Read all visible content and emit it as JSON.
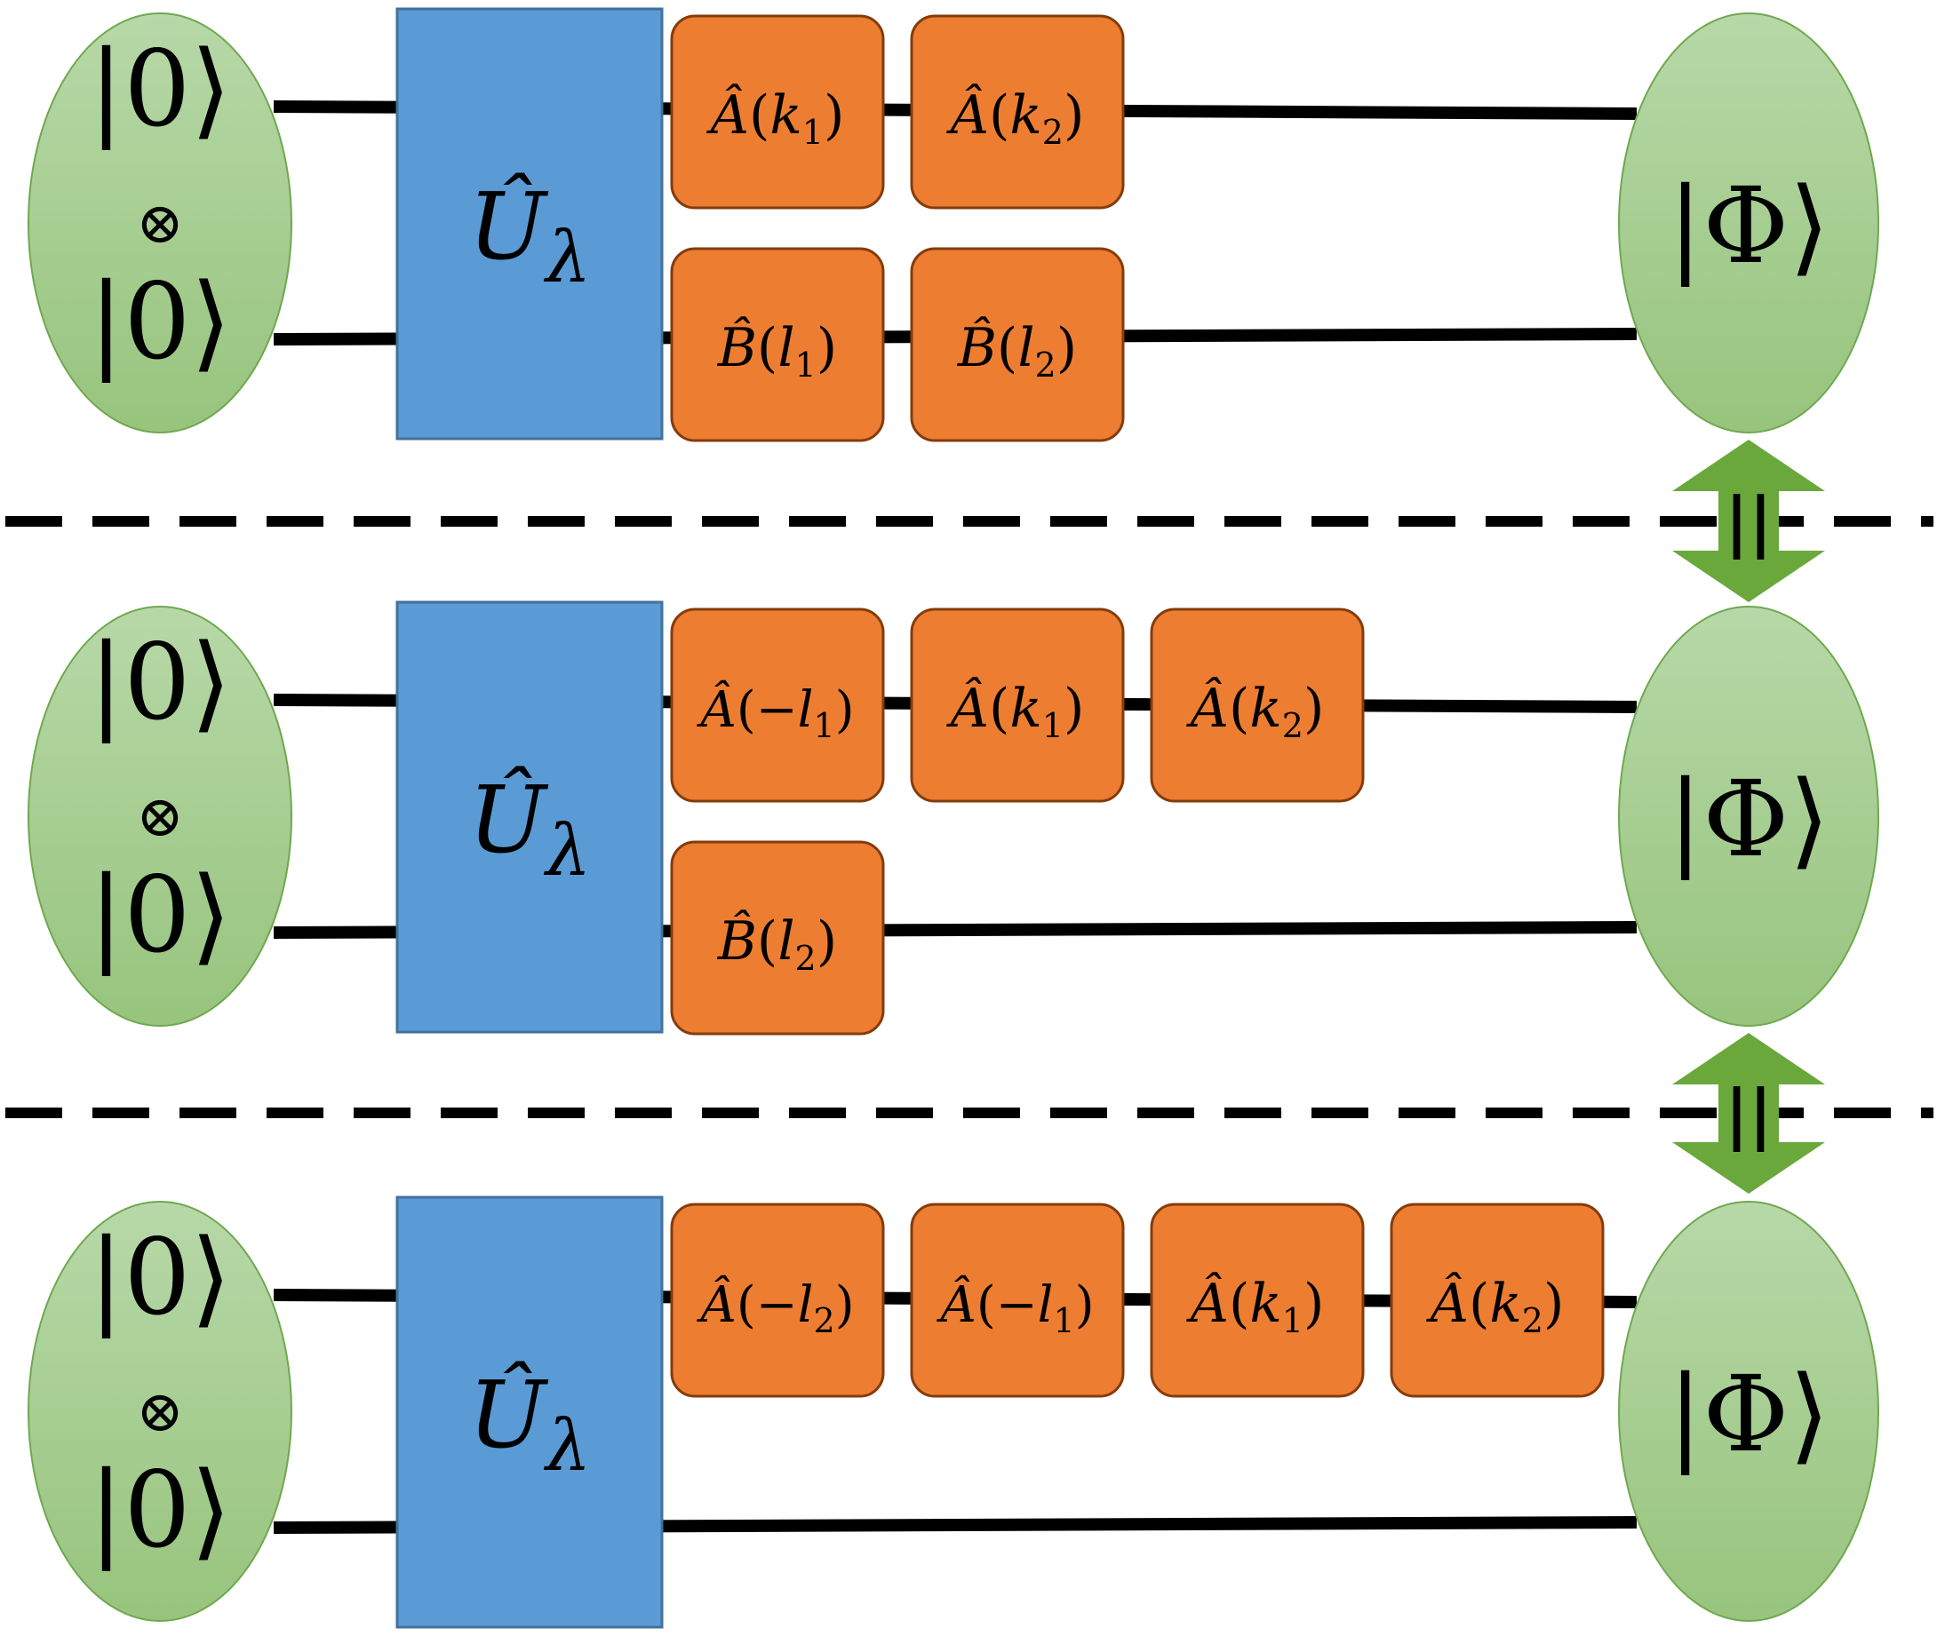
{
  "colors": {
    "state_fill_top": "#b7d8a8",
    "state_fill_bottom": "#97c47d",
    "state_stroke": "#6fa84f",
    "unitary_fill": "#5b9bd5",
    "unitary_stroke": "#41719c",
    "gate_fill": "#ed7d31",
    "gate_stroke": "#843c0c",
    "arrow_fill": "#6aa83c",
    "wire": "#000000"
  },
  "input_state": {
    "top": "|0⟩",
    "tensor": "⊗",
    "bottom": "|0⟩"
  },
  "unitary_label": {
    "base": "Û",
    "sub": "λ"
  },
  "output_state": "|Φ⟩",
  "equals_symbol": "||",
  "panels": [
    {
      "wire_a_gates": [
        {
          "op": "Â",
          "arg": "k",
          "sub": "1"
        },
        {
          "op": "Â",
          "arg": "k",
          "sub": "2"
        }
      ],
      "wire_b_gates": [
        {
          "op": "B̂",
          "arg": "l",
          "sub": "1"
        },
        {
          "op": "B̂",
          "arg": "l",
          "sub": "2"
        }
      ]
    },
    {
      "wire_a_gates": [
        {
          "op": "Â",
          "arg": "−l",
          "sub": "1"
        },
        {
          "op": "Â",
          "arg": "k",
          "sub": "1"
        },
        {
          "op": "Â",
          "arg": "k",
          "sub": "2"
        }
      ],
      "wire_b_gates": [
        {
          "op": "B̂",
          "arg": "l",
          "sub": "2"
        }
      ]
    },
    {
      "wire_a_gates": [
        {
          "op": "Â",
          "arg": "−l",
          "sub": "2"
        },
        {
          "op": "Â",
          "arg": "−l",
          "sub": "1"
        },
        {
          "op": "Â",
          "arg": "k",
          "sub": "1"
        },
        {
          "op": "Â",
          "arg": "k",
          "sub": "2"
        }
      ],
      "wire_b_gates": []
    }
  ]
}
